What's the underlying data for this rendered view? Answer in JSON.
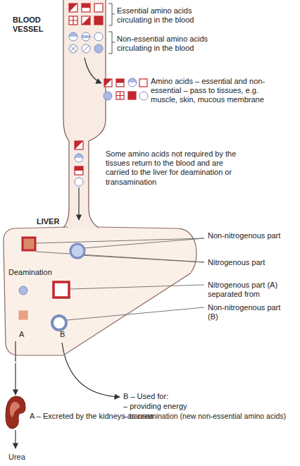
{
  "diagram": {
    "nodes": [
      {
        "text": [
          "BLOOD VESSEL"
        ]
      },
      {
        "text": [
          "LIVER",
          "Deamination"
        ]
      },
      {
        "text": [
          "A – Excreted by the kidneys as urea"
        ]
      }
    ],
    "edges": [
      {
        "from": 1,
        "to": 2,
        "arrow": "to"
      }
    ],
    "labels": [
      "Essential amino acids circulating in the blood",
      "Non-essential amino acids circulating in the blood",
      "Amino acids – essential and non-essential – pass to tissues, e.g. muscle, skin, mucous membrane",
      "Some amino acids not required by the tissues return to the blood and are carried to the liver for deamination or transamination",
      "Non-nitrogenous part",
      "Nitrogenous part",
      "Nitrogenous part (A) separated from",
      "Non-nitrogenous part (B)",
      "A",
      "B",
      "B – Used for:",
      "– providing energy",
      "– transamination (new non-essential amino acids)",
      "Urea"
    ]
  }
}
